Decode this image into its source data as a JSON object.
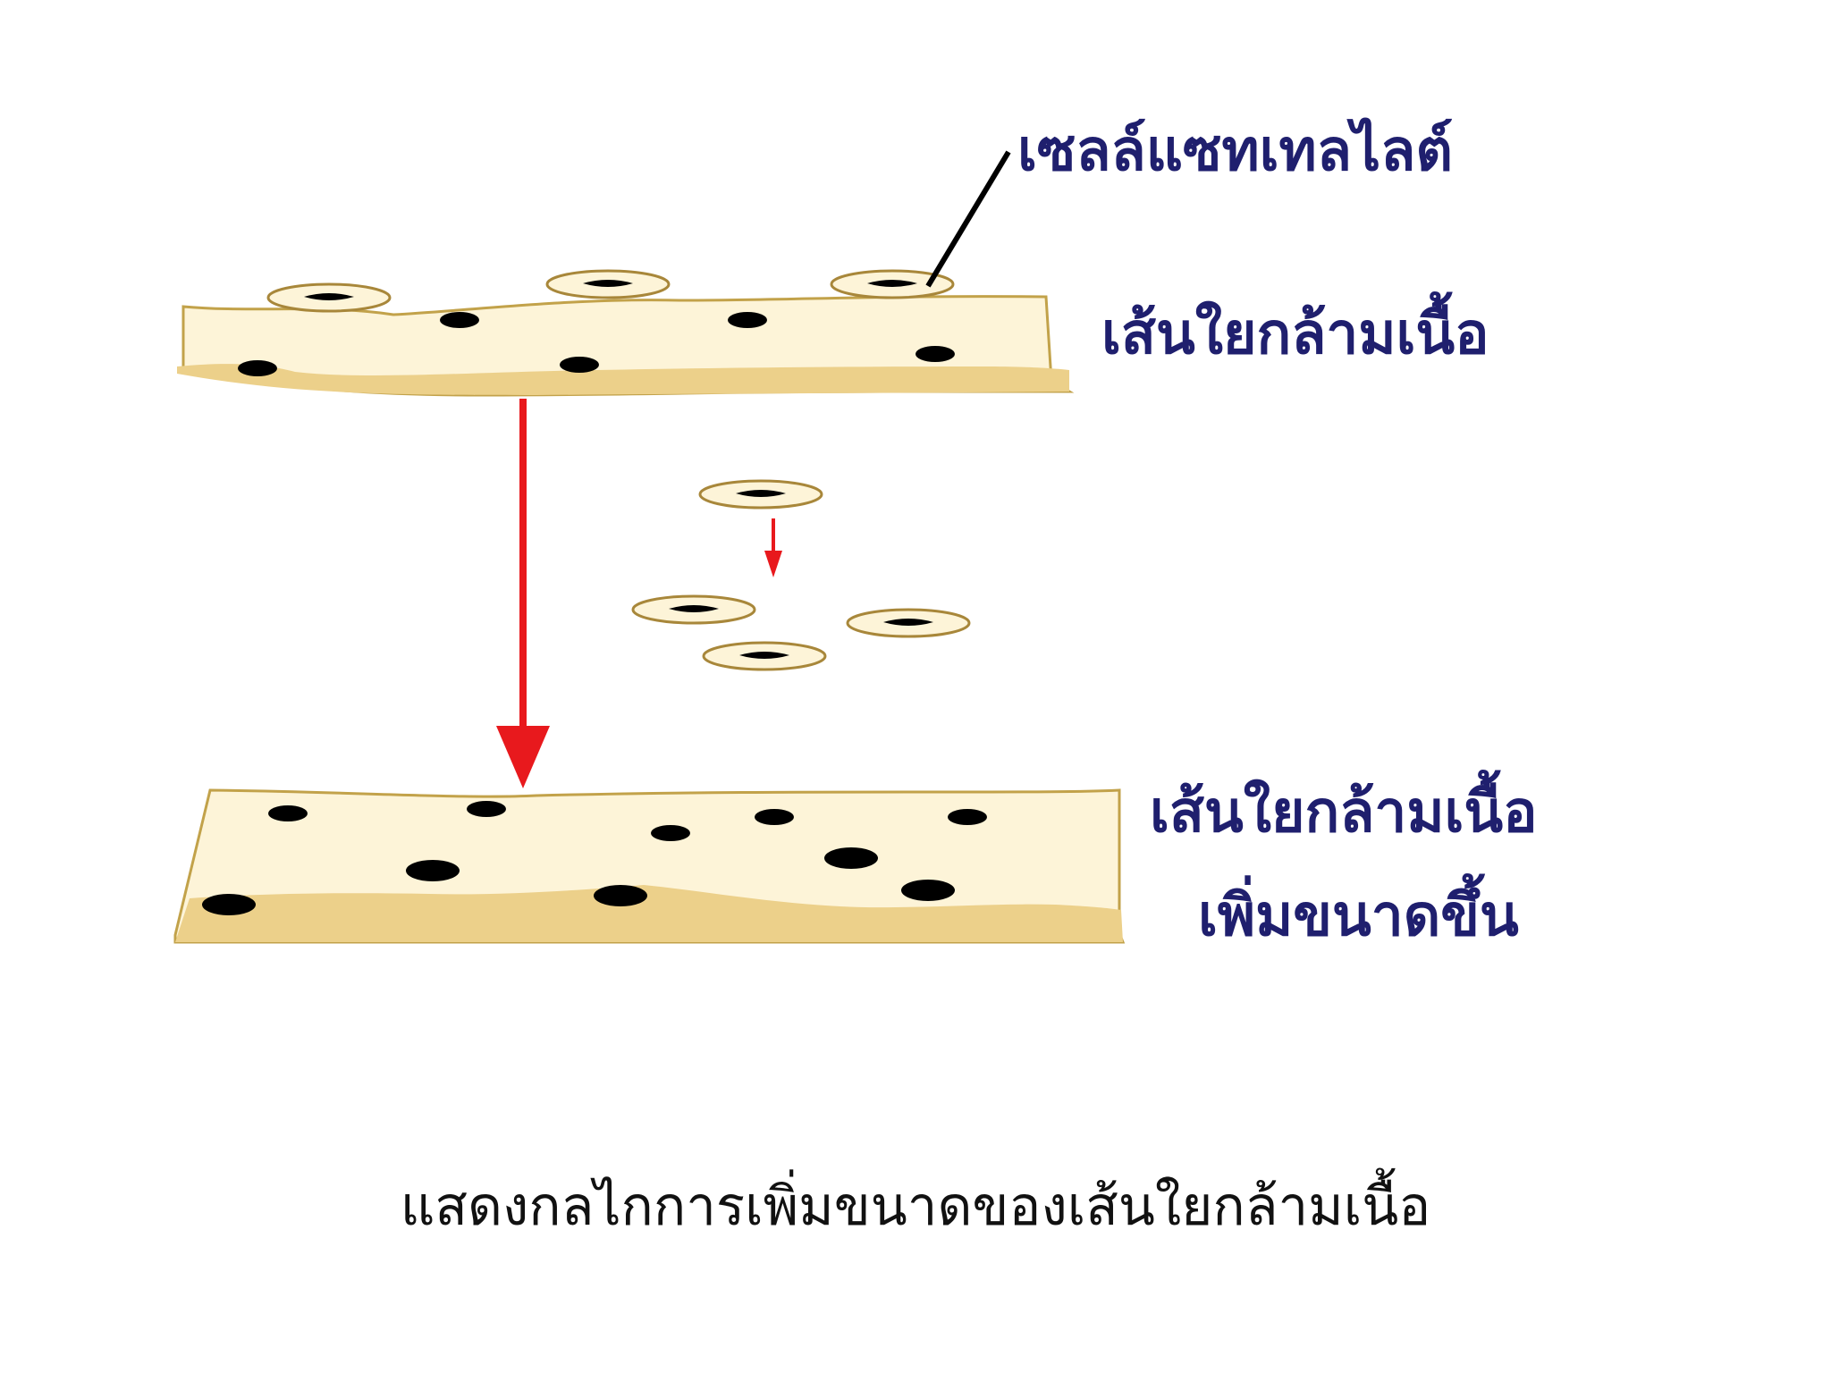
{
  "labels": {
    "satellite_cell": "เซลล์แซทเทลไลต์",
    "muscle_fiber": "เส้นใยกล้ามเนื้อ",
    "enlarged_fiber_line1": "เส้นใยกล้ามเนื้อ",
    "enlarged_fiber_line2": "เพิ่มขนาดขึ้น"
  },
  "caption": "แสดงกลไกการเพิ่มขนาดของเส้นใยกล้ามเนื้อ",
  "colors": {
    "background": "#ffffff",
    "fiber_fill": "#fdf4d8",
    "fiber_edge": "#ecd08a",
    "outline": "#a8873a",
    "nucleus": "#000000",
    "arrow": "#e8191d",
    "label_text": "#1f1f6e",
    "caption_text": "#111111"
  }
}
